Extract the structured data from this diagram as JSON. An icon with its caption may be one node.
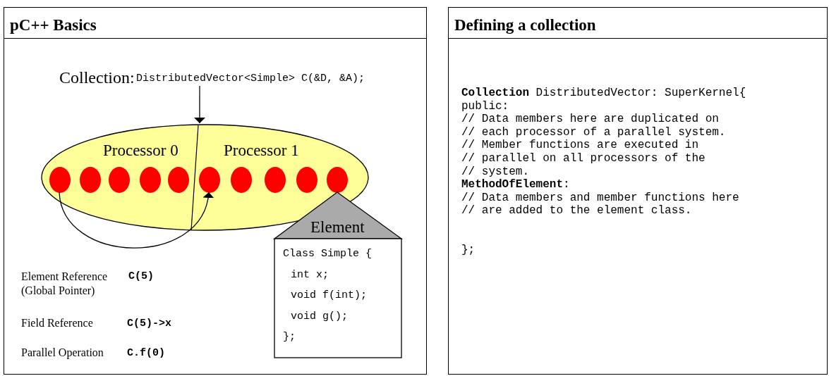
{
  "diagram": {
    "nodes": [
      {
        "text": [
          "pC++ Basics"
        ]
      },
      {
        "text": [
          "Collection:",
          "DistributedVector<Simple> C(&D, &A);"
        ],
        "in": 0
      },
      {
        "text": [
          "Processor 0",
          "Processor 1"
        ],
        "in": 0
      },
      {
        "text": [],
        "shape": "circle",
        "in": 2
      },
      {
        "text": [],
        "shape": "circle",
        "in": 2
      },
      {
        "text": [],
        "shape": "circle",
        "in": 2
      },
      {
        "text": [],
        "shape": "circle",
        "in": 2
      },
      {
        "text": [],
        "shape": "circle",
        "in": 2
      },
      {
        "text": [],
        "shape": "circle",
        "in": 2
      },
      {
        "text": [],
        "shape": "circle",
        "in": 2
      },
      {
        "text": [],
        "shape": "circle",
        "in": 2
      },
      {
        "text": [],
        "shape": "circle",
        "in": 2
      },
      {
        "text": [],
        "shape": "circle",
        "in": 2
      },
      {
        "text": [
          "Element",
          "Class Simple {",
          "int x;",
          "void f(int);",
          "void g();",
          "};"
        ],
        "in": 0
      },
      {
        "text": [
          "Defining a collection",
          "**Collection** DistributedVector: SuperKernel{",
          "public:",
          "// Data members here are duplicated on",
          "// each processor of a parallel system.",
          "// Member functions are executed in",
          "// parallel on all processors of the",
          "// system.",
          "**MethodOfElement**:",
          "// Data members and member functions here",
          "// are added to the element class.",
          "};"
        ]
      }
    ],
    "edges": [
      {
        "from": 1,
        "to": 2,
        "arrow": "to"
      },
      {
        "from": 3,
        "to": 8,
        "arrow": "to"
      }
    ],
    "labels": [
      "Element Reference (Global Pointer)",
      "C(5)",
      "Field Reference",
      "C(5)->x",
      "Parallel Operation",
      "C.f(0)"
    ]
  }
}
